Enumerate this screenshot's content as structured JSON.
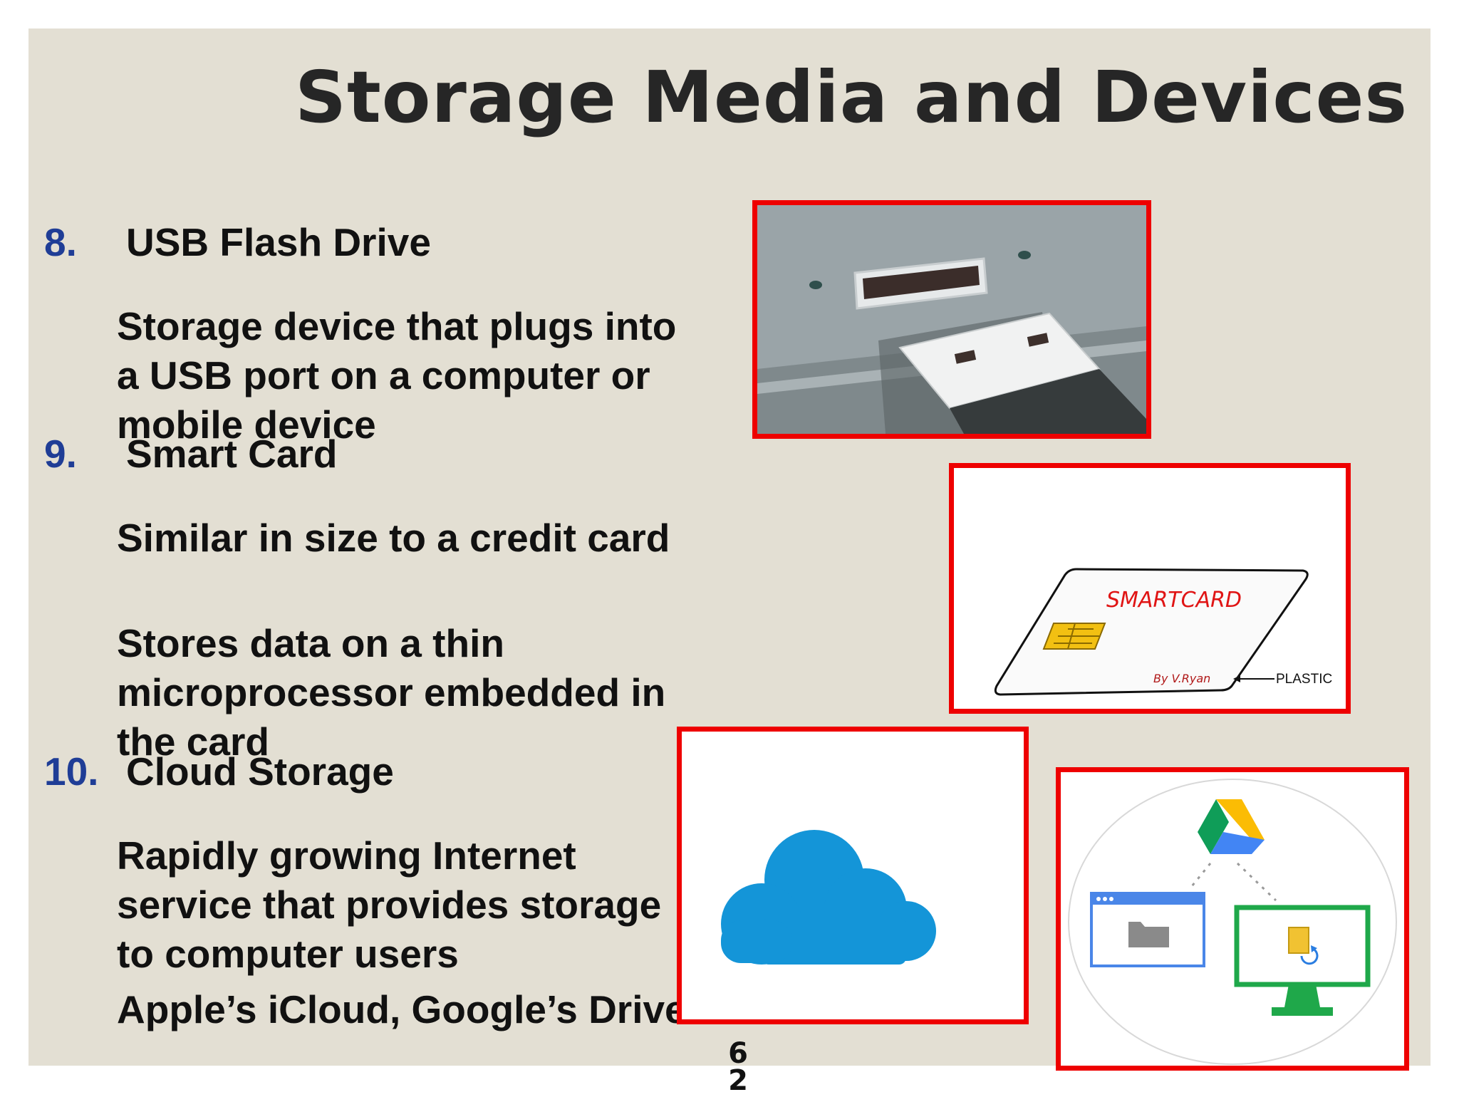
{
  "slide": {
    "title": "Storage Media and Devices",
    "items": [
      {
        "number": "8.",
        "heading": "USB Flash Drive",
        "paragraphs": [
          "Storage device that plugs into a USB port on a computer or mobile device"
        ]
      },
      {
        "number": "9.",
        "heading": "Smart Card",
        "paragraphs": [
          "Similar in size to a credit card",
          "Stores data on a thin microprocessor embedded in the card"
        ]
      },
      {
        "number": "10.",
        "heading": "Cloud Storage",
        "paragraphs": [
          "Rapidly growing Internet service that provides storage to computer users",
          "Apple’s iCloud, Google’s Drive"
        ]
      }
    ],
    "page_number": [
      "6",
      "2"
    ]
  },
  "images": {
    "usb": {
      "icon": "usb-flash-drive-icon"
    },
    "smartcard": {
      "icon": "smart-card-icon",
      "card_label": "SMARTCARD",
      "credit": "By V.Ryan",
      "callout": "PLASTIC"
    },
    "cloud": {
      "icon": "cloud-icon"
    },
    "drive_sync": {
      "icon": "google-drive-sync-icon"
    }
  },
  "colors": {
    "slide_bg": "#e3dfd3",
    "title": "#262626",
    "number": "#1f3d96",
    "frame_border": "#ee0000",
    "cloud": "#1495d8"
  }
}
